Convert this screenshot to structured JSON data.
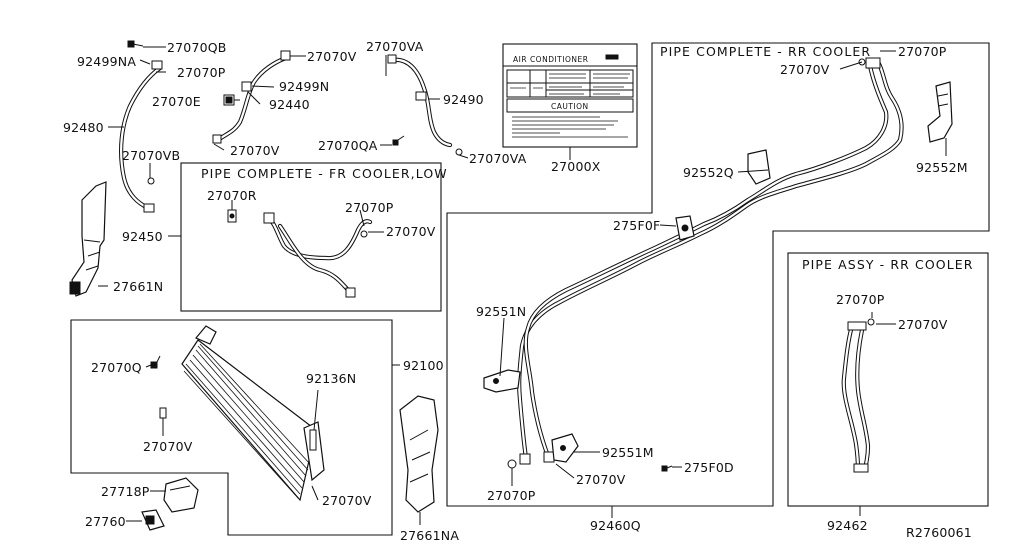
{
  "diagram_id": "R2760061",
  "box_titles": {
    "fr_cooler_low": "PIPE COMPLETE - FR COOLER,LOW",
    "rr_cooler_complete": "PIPE COMPLETE - RR COOLER",
    "rr_cooler_assy": "PIPE ASSY - RR COOLER"
  },
  "label_sticker": {
    "title": "AIR CONDITIONER",
    "caution": "CAUTION"
  },
  "part_labels": {
    "p27070QB": "27070QB",
    "p92499NA": "92499NA",
    "p27070P_a": "27070P",
    "p27070V_a": "27070V",
    "p92499N": "92499N",
    "p27070E": "27070E",
    "p92440": "92440",
    "p27070VA_a": "27070VA",
    "p92490": "92490",
    "p92480": "92480",
    "p27070VB": "27070VB",
    "p27070V_b": "27070V",
    "p27070QA": "27070QA",
    "p27070VA_b": "27070VA",
    "p27000X": "27000X",
    "p92450": "92450",
    "p27661N": "27661N",
    "p27070R": "27070R",
    "p27070P_b": "27070P",
    "p27070V_c": "27070V",
    "p27070Q": "27070Q",
    "p92136N": "92136N",
    "p92100": "92100",
    "p27070V_d": "27070V",
    "p27070V_e": "27070V",
    "p27718P": "27718P",
    "p27760": "27760",
    "p27661NA": "27661NA",
    "p27070P_c": "27070P",
    "p27070V_f": "27070V",
    "p92552Q": "92552Q",
    "p92552M": "92552M",
    "p275F0F": "275F0F",
    "p92551N": "92551N",
    "p92551M": "92551M",
    "p27070P_d": "27070P",
    "p27070V_g": "27070V",
    "p275F0D": "275F0D",
    "p92460Q": "92460Q",
    "p27070P_e": "27070P",
    "p27070V_h": "27070V",
    "p92462": "92462"
  }
}
